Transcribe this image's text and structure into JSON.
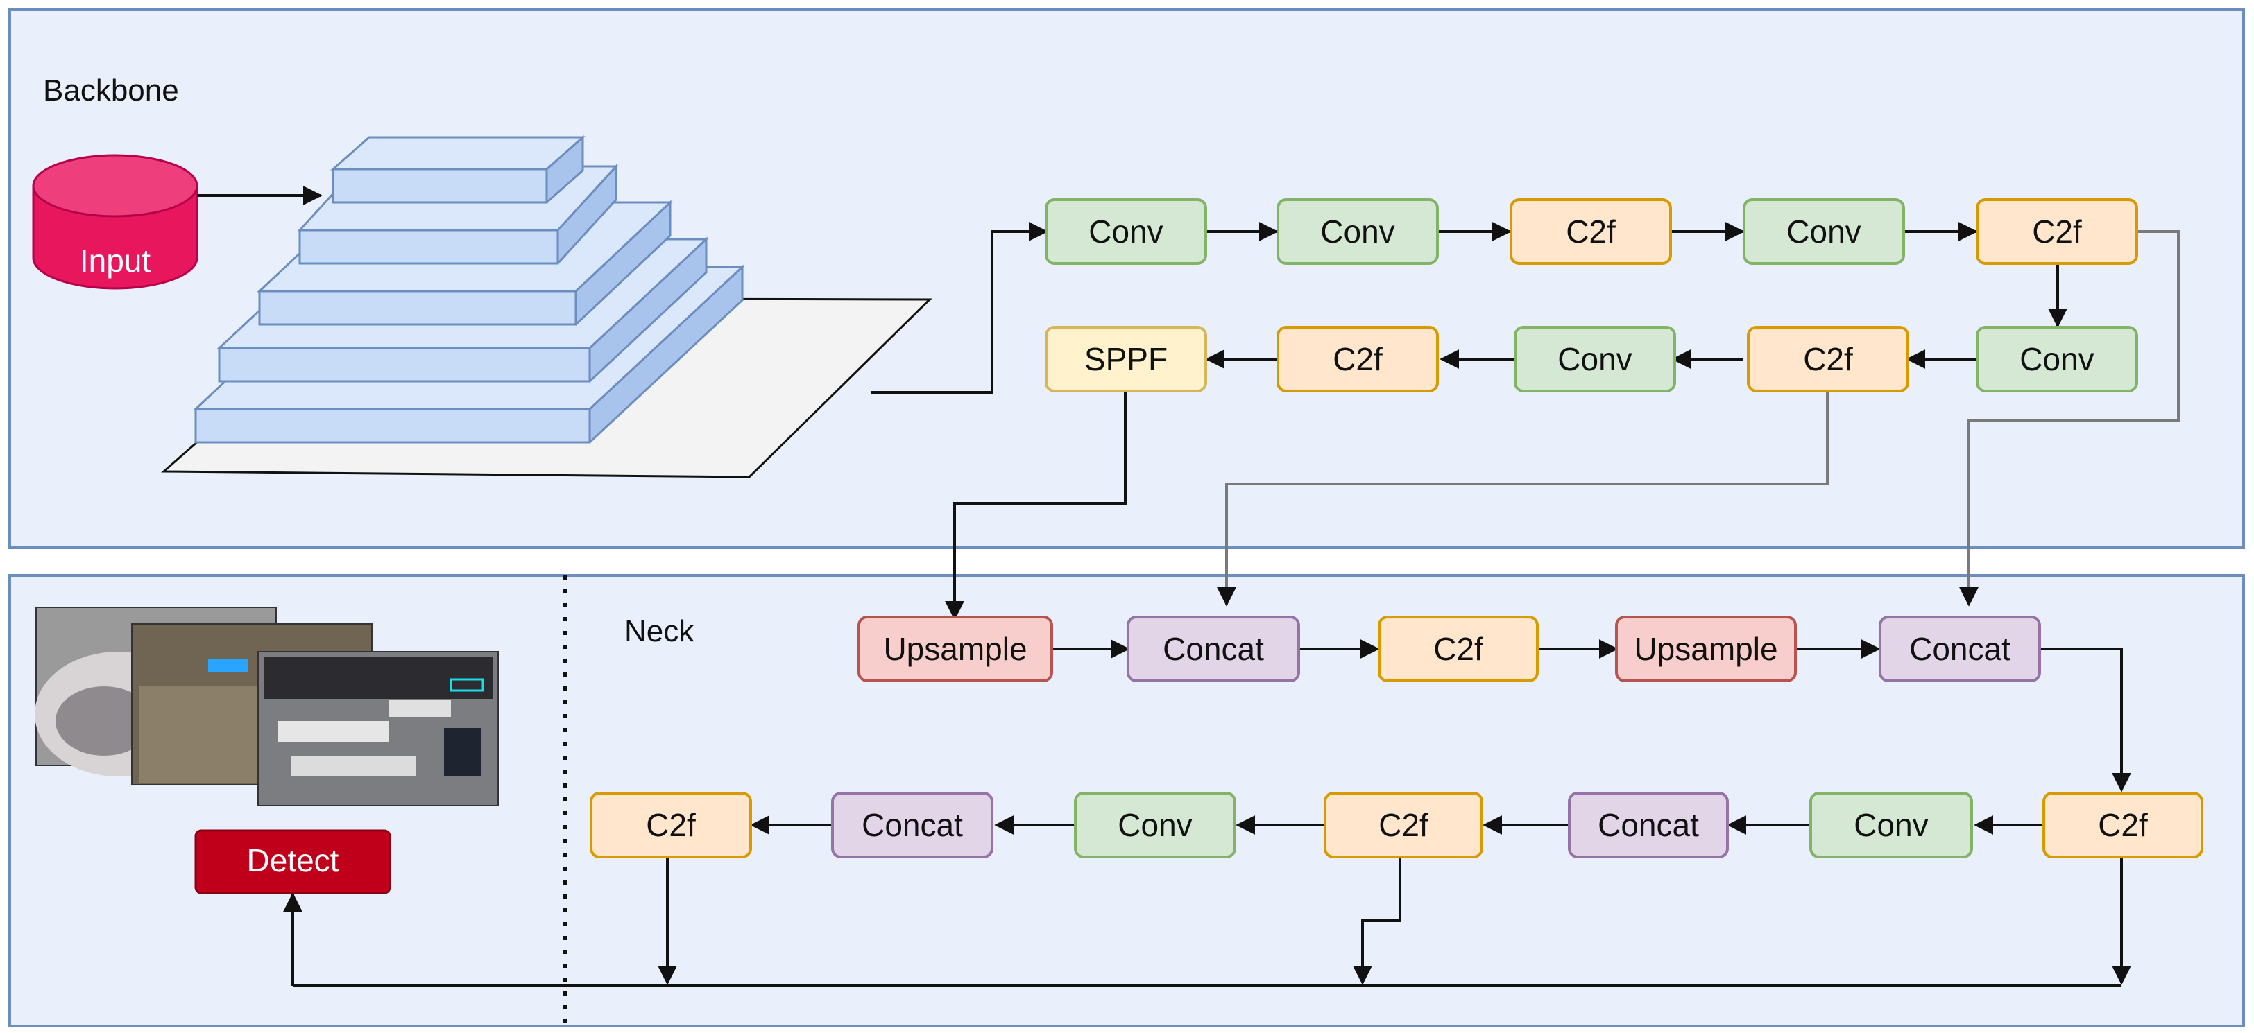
{
  "sections": {
    "backbone": "Backbone",
    "neck": "Neck"
  },
  "colors": {
    "panel_fill": "#eaf0fb",
    "panel_stroke": "#6c8ebf",
    "conv_fill": "#d5e8d4",
    "conv_stroke": "#82b366",
    "c2f_fill": "#ffe6cc",
    "c2f_stroke": "#d79b00",
    "sppf_fill": "#fff2cc",
    "sppf_stroke": "#d6b656",
    "upsample_fill": "#f8cecc",
    "upsample_stroke": "#b85450",
    "concat_fill": "#e1d5e7",
    "concat_stroke": "#9673a6",
    "input_fill": "#e8175d",
    "detect_fill": "#c0001b",
    "pyramid_fill": "#d6e6fb",
    "pyramid_stroke": "#6c8ebf"
  },
  "input_label": "Input",
  "detect_label": "Detect",
  "backbone_row1": [
    "Conv",
    "Conv",
    "C2f",
    "Conv",
    "C2f"
  ],
  "backbone_row2": [
    "SPPF",
    "C2f",
    "Conv",
    "C2f",
    "Conv"
  ],
  "neck_row1": [
    "Upsample",
    "Concat",
    "C2f",
    "Upsample",
    "Concat"
  ],
  "neck_row2": [
    "C2f",
    "Concat",
    "Conv",
    "C2f",
    "Concat",
    "Conv",
    "C2f"
  ]
}
